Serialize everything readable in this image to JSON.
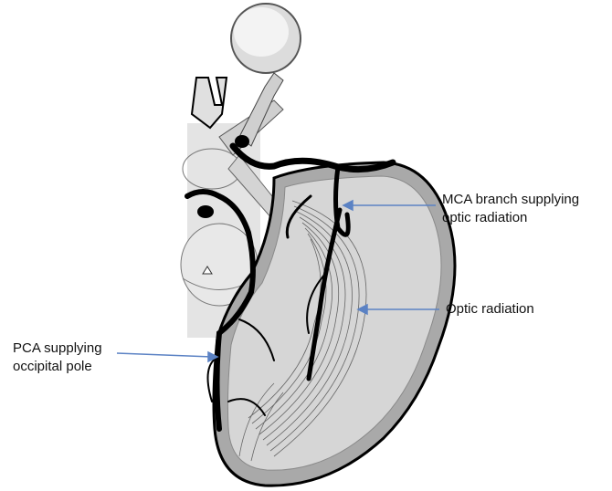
{
  "labels": {
    "mca_line1": "MCA branch supplying",
    "mca_line2": "optic radiation",
    "optic_radiation": "Optic radiation",
    "pca_line1": "PCA supplying",
    "pca_line2": "occipital pole"
  },
  "colors": {
    "pointer": "#5b82c4",
    "vessel": "#000000",
    "cortex": "#a9a9a9",
    "white_matter": "#d6d6d6",
    "brainstem": "#e4e4e4",
    "eye": "#d9d9d9"
  },
  "icons": [
    "eye-globe",
    "optic-nerve",
    "optic-chiasm",
    "brainstem",
    "mca-vessel",
    "pca-vessel",
    "optic-radiation-fibers"
  ]
}
